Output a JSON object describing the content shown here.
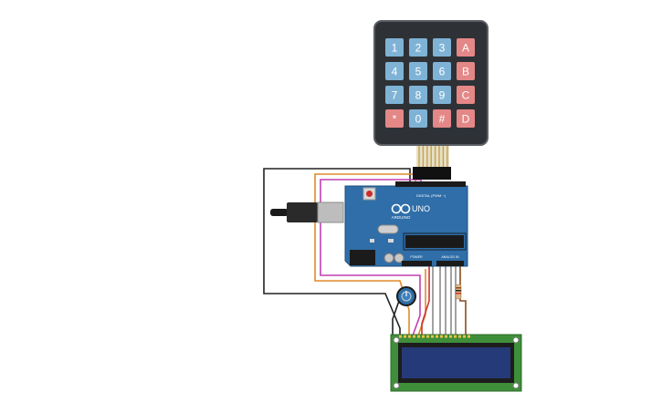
{
  "keypad": {
    "rows": [
      [
        {
          "label": "1",
          "kind": "num"
        },
        {
          "label": "2",
          "kind": "num"
        },
        {
          "label": "3",
          "kind": "num"
        },
        {
          "label": "A",
          "kind": "letter"
        }
      ],
      [
        {
          "label": "4",
          "kind": "num"
        },
        {
          "label": "5",
          "kind": "num"
        },
        {
          "label": "6",
          "kind": "num"
        },
        {
          "label": "B",
          "kind": "letter"
        }
      ],
      [
        {
          "label": "7",
          "kind": "num"
        },
        {
          "label": "8",
          "kind": "num"
        },
        {
          "label": "9",
          "kind": "num"
        },
        {
          "label": "C",
          "kind": "letter"
        }
      ],
      [
        {
          "label": "*",
          "kind": "letter"
        },
        {
          "label": "0",
          "kind": "num"
        },
        {
          "label": "#",
          "kind": "letter"
        },
        {
          "label": "D",
          "kind": "letter"
        }
      ]
    ]
  },
  "arduino": {
    "model": "UNO",
    "brand": "ARDUINO",
    "digital_label": "DIGITAL (PWM ~)",
    "analog_label": "ANALOG IN",
    "power_label": "POWER"
  },
  "colors": {
    "keypad_body": "#2e3236",
    "keypad_border": "#5b5f63",
    "key_num": "#7fb3d6",
    "key_letter": "#e48787",
    "board": "#2f6ea8",
    "lcd_pcb": "#3f8f3a",
    "lcd_screen": "#253a78",
    "wire_black": "#222222",
    "wire_orange": "#e08a2a",
    "wire_pink": "#c23fb0",
    "wire_gray": "#8a8a8a",
    "wire_brown": "#8a4b1e",
    "wire_red": "#cc3333"
  }
}
